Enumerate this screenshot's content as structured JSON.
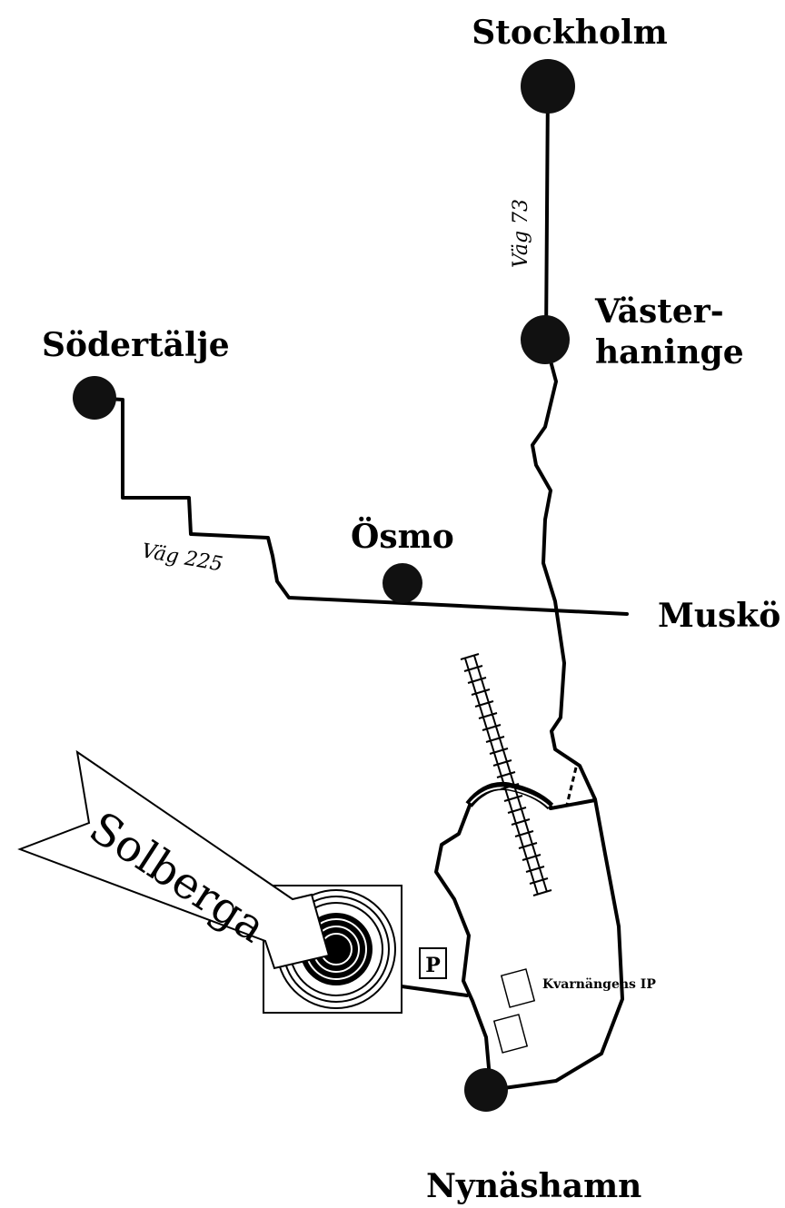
{
  "title": "Vägbeskrivning till Solberga",
  "places": {
    "stockholm": "Stockholm",
    "vasterhaninge_1": "Väster-",
    "vasterhaninge_2": "haninge",
    "sodertalje": "Södertälje",
    "osmo": "Ösmo",
    "musko": "Muskö",
    "nynashamn": "Nynäshamn"
  },
  "roads": {
    "road_73": "Väg 73",
    "road_225": "Väg 225"
  },
  "destination": {
    "arrow_label": "Solberga",
    "parking": "P",
    "sports_ground": "Kvarnängens IP"
  },
  "icons": [
    "city-dot",
    "railway",
    "orienteering-target-symbol",
    "parking-sign",
    "arrow-pointer"
  ],
  "colors": {
    "ink": "#000000",
    "paper": "#ffffff"
  }
}
